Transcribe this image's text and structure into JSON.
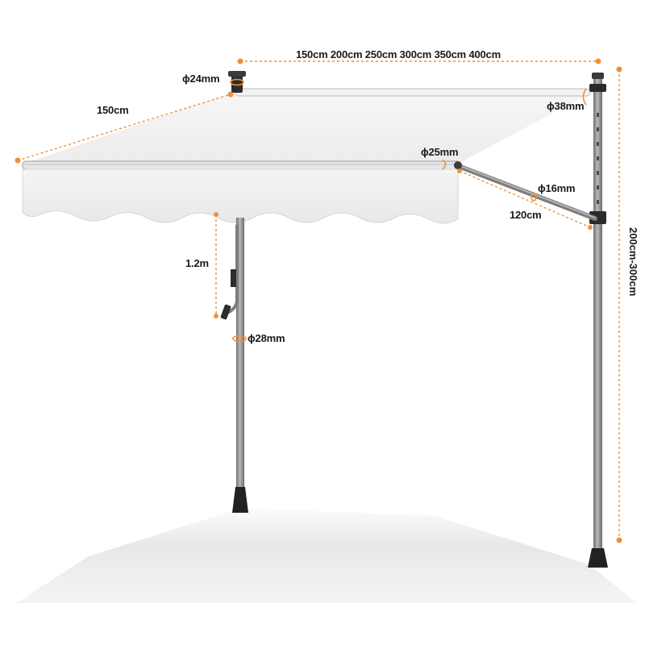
{
  "colors": {
    "dimension_line": "#f0913a",
    "fabric": "#efefef",
    "frame": "#8d8d8d",
    "pole_cap": "#2a2a2a",
    "shadow": "#e6e6e6"
  },
  "labels": {
    "width_options": "150cm 200cm 250cm 300cm 350cm 400cm",
    "projection": "150cm",
    "top_bar_diameter": "ϕ24mm",
    "rear_pole_diameter": "ϕ38mm",
    "front_bar_diameter": "ϕ25mm",
    "arm_diameter": "ϕ16mm",
    "arm_length": "120cm",
    "crank_length": "1.2m",
    "front_pole_diameter": "ϕ28mm",
    "height_range": "200cm-300cm"
  }
}
